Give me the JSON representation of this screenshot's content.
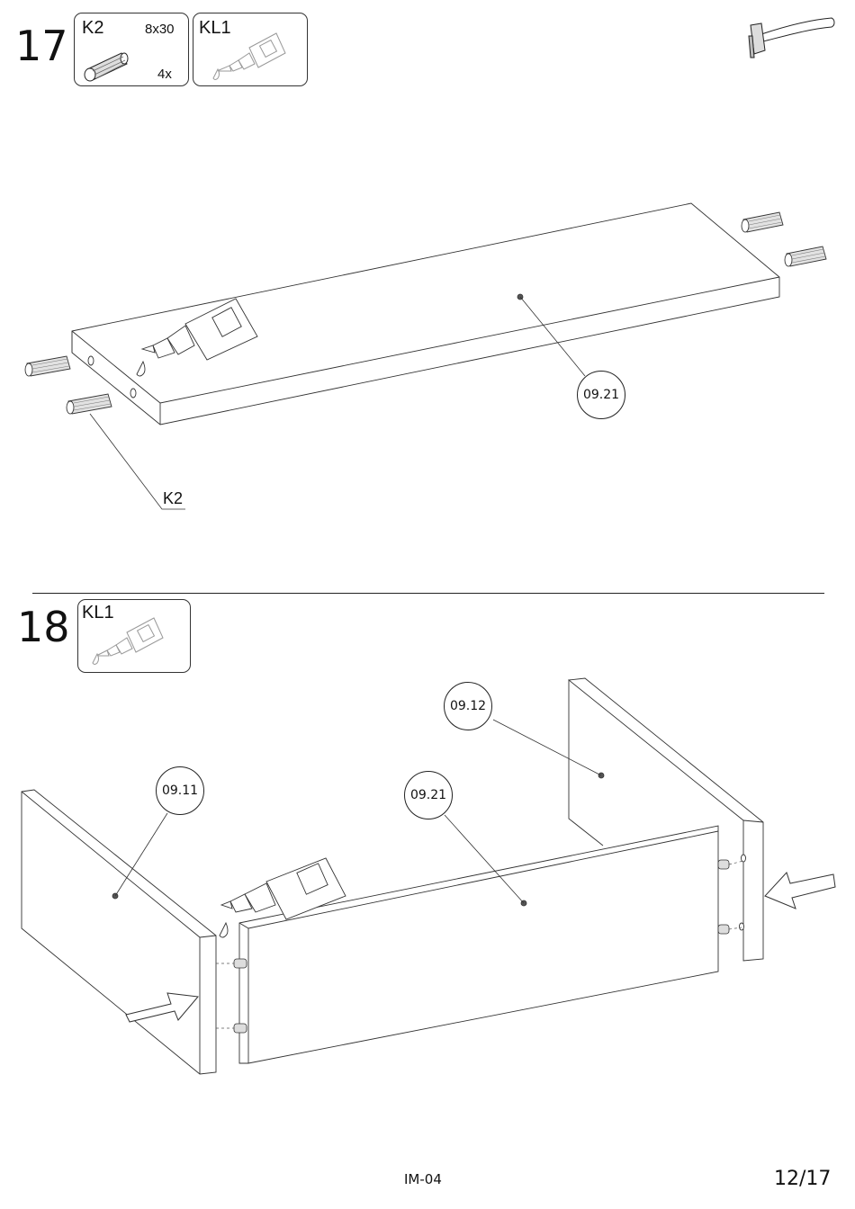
{
  "step17": {
    "number": "17",
    "parts": [
      {
        "code": "K2",
        "size": "8x30",
        "quantity": "4x",
        "icon": "dowel-icon"
      },
      {
        "code": "KL1",
        "icon": "glue-bottle-icon"
      }
    ],
    "tool": "hammer-icon",
    "callout_label": "09.21",
    "pointer_label": "K2"
  },
  "step18": {
    "number": "18",
    "parts": [
      {
        "code": "KL1",
        "icon": "glue-bottle-icon"
      }
    ],
    "callouts": [
      "09.12",
      "09.11",
      "09.21"
    ]
  },
  "footer": {
    "code": "IM-04",
    "page": "12/17"
  }
}
